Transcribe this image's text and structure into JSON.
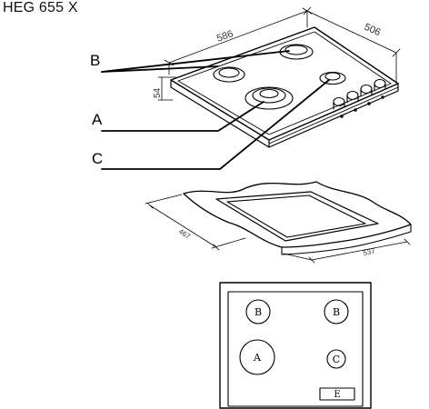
{
  "title": "HEG 655 X",
  "callouts": {
    "b": "B",
    "a": "A",
    "c": "C"
  },
  "dimensions": {
    "width": "586",
    "depth": "506",
    "height": "54",
    "cutout_depth": "467",
    "cutout_width": "537"
  },
  "layout": {
    "burners": {
      "rear_left": "B",
      "rear_right": "B",
      "front_left": "A",
      "front_right": "C",
      "control": "E"
    }
  }
}
